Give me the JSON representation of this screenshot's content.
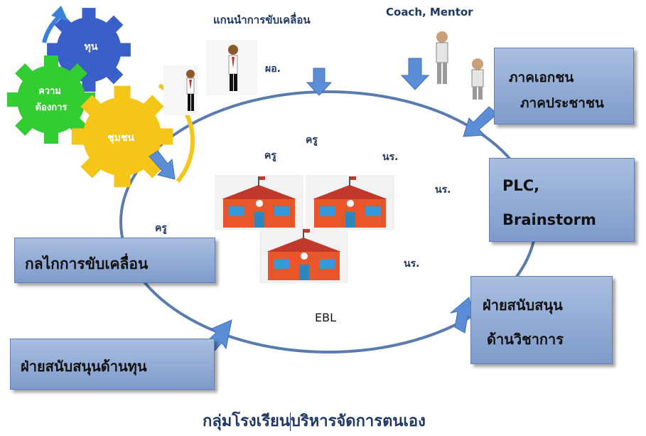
{
  "labels": {
    "top_leaders": "แกนนำการขับเคลื่อน",
    "coach_mentor": "Coach, Mentor",
    "director": "ผอ.",
    "teacher_1": "ครู",
    "teacher_2": "ครู",
    "teacher_3": "ครู",
    "student_1": "นร.",
    "student_2": "นร.",
    "student_3": "นร.",
    "ebl": "EBL",
    "footer_title_left": "กลุ่มโรงเรียน",
    "footer_title_right": "บริหารจัดการตนเอง"
  },
  "gears": {
    "capital": "ทุน",
    "need_line1": "ความ",
    "need_line2": "ต้องการ",
    "community": "ชุมชน"
  },
  "boxes": {
    "private_line1": "ภาคเอกชน",
    "private_line2": "ภาคประชาชน",
    "plc_line1": "PLC,",
    "plc_line2": "Brainstorm",
    "mechanism": "กลไกการขับเคลื่อน",
    "academic_line1": "ฝ่ายสนับสนุน",
    "academic_line2": "ด้านวิชาการ",
    "funding": "ฝ่ายสนับสนุนด้านทุน"
  },
  "colors": {
    "cycle": "#5a7bad",
    "arrow": "#5b8ed6",
    "gear_blue": "#3a5fc8",
    "gear_green": "#33cc33",
    "gear_yellow": "#f5c518",
    "box_fill": "#94acd6",
    "school_roof": "#c0392b",
    "school_wall": "#e8562a"
  }
}
